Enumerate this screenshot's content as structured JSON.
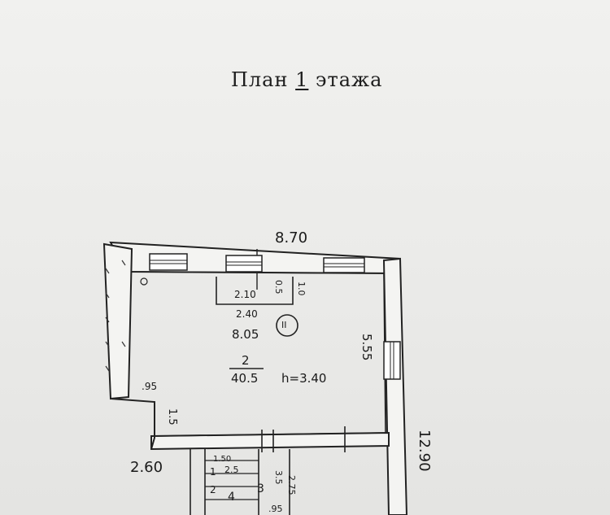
{
  "plan": {
    "title_prefix": "План ",
    "title_floor": "1",
    "title_suffix": " этажа"
  },
  "dimensions": {
    "top_width": "8.70",
    "right_length": "12.90",
    "bottom_left": "2.60",
    "wall_side": "5.55",
    "left_offset": ".95",
    "left_step": "1.5"
  },
  "room_main": {
    "number": "2",
    "area": "40.5",
    "height": "h=3.40",
    "width": "8.05",
    "mark": "II",
    "niche_width": "2.10",
    "niche_depth": "0.5",
    "niche_side": "1.0",
    "niche_lower": "2.40"
  },
  "rooms_small": [
    {
      "number": "1",
      "value": "1.50"
    },
    {
      "number": "2",
      "value": "2.5"
    },
    {
      "number": "3",
      "value": "3.5"
    },
    {
      "number": "4",
      "value": "2.75"
    },
    {
      "number": "",
      "value": ".95"
    }
  ]
}
